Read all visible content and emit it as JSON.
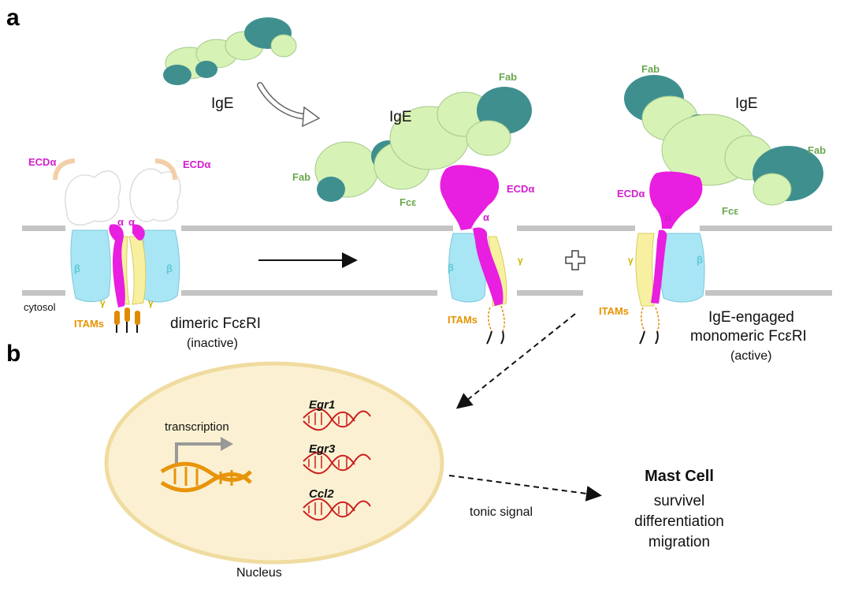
{
  "panel_a": {
    "letter": "a",
    "ige_free_label": "IgE",
    "inactive": {
      "ecd_left": "ECDα",
      "ecd_right": "ECDα",
      "alpha": "α",
      "alpha_right": "α",
      "beta_left": "β",
      "beta_right": "β",
      "gamma_left": "γ",
      "gamma_right": "γ",
      "cytosol": "cytosol",
      "itams": "ITAMs",
      "caption_line1": "dimeric FcεRI",
      "caption_line2": "(inactive)"
    },
    "active_left": {
      "ige": "IgE",
      "fab_top": "Fab",
      "fab_left": "Fab",
      "fc": "Fcε",
      "ecd": "ECDα",
      "alpha": "α",
      "beta": "β",
      "gamma": "γ",
      "itams": "ITAMs"
    },
    "active_right": {
      "ige": "IgE",
      "fab_top": "Fab",
      "fab_right": "Fab",
      "fc": "Fcε",
      "ecd": "ECDα",
      "alpha": "α",
      "beta": "β",
      "gamma": "γ",
      "itams": "ITAMs"
    },
    "caption_active_line1": "IgE-engaged",
    "caption_active_line2": "monomeric FcεRI",
    "caption_active_line3": "(active)"
  },
  "panel_b": {
    "letter": "b",
    "transcription": "transcription",
    "genes": [
      "Egr1",
      "Egr3",
      "Ccl2"
    ],
    "nucleus": "Nucleus",
    "tonic_signal": "tonic signal",
    "mast_cell_title": "Mast Cell",
    "outcomes": [
      "survivel",
      "differentiation",
      "migration"
    ]
  },
  "colors": {
    "ige_light": "#d7f2b5",
    "ige_dark": "#3f8f8f",
    "alpha_chain": "#e81ee0",
    "beta_chain": "#a9e6f5",
    "gamma_chain": "#f7f0a0",
    "membrane": "#c4c4c4",
    "itam": "#e08a00",
    "mrna": "#cc1f1f",
    "dna": "#e8940a",
    "nucleus_fill": "#fbf1d2",
    "nucleus_border": "#f0dca0"
  }
}
